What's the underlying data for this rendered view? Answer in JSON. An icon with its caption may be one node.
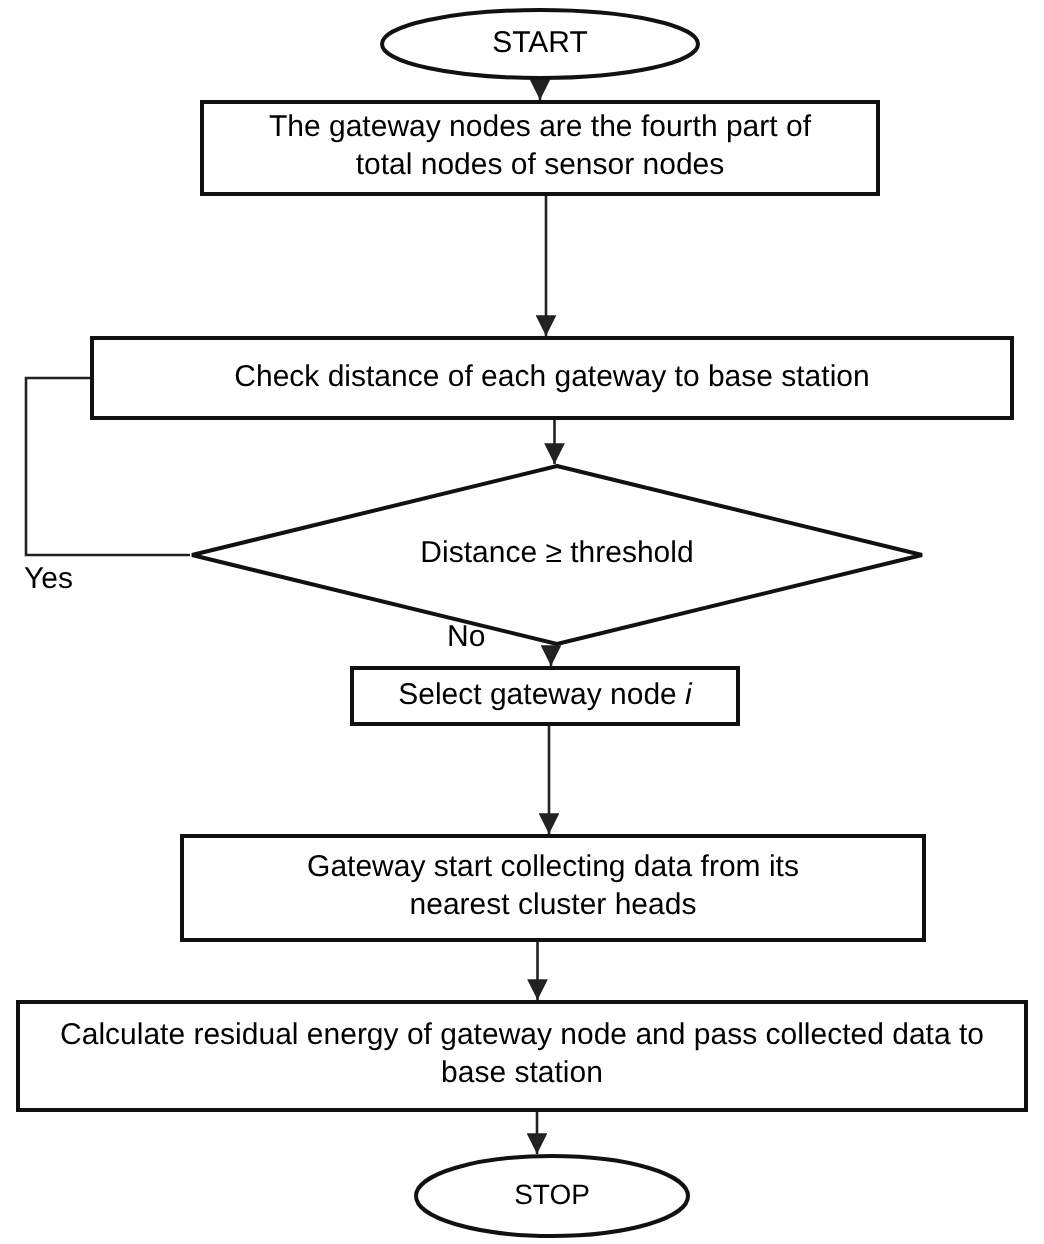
{
  "diagram": {
    "nodes": [
      {
        "text": [
          "START"
        ]
      },
      {
        "text": [
          "The gateway nodes are the fourth part of total nodes of sensor nodes"
        ]
      },
      {
        "text": [
          "Check distance of each gateway to base station"
        ]
      },
      {
        "text": [
          "Distance ≥ threshold"
        ]
      },
      {
        "text": [
          "Select gateway node *i*"
        ]
      },
      {
        "text": [
          "Gateway start collecting data from its nearest cluster heads"
        ]
      },
      {
        "text": [
          "Calculate residual energy of gateway node and pass collected data to base station"
        ]
      },
      {
        "text": [
          "STOP"
        ]
      }
    ],
    "edges": [
      {
        "from": 0,
        "to": 1,
        "arrow": "to"
      },
      {
        "from": 1,
        "to": 2,
        "arrow": "to"
      },
      {
        "from": 2,
        "to": 3,
        "arrow": "to"
      },
      {
        "from": 3,
        "to": 4,
        "label": "No",
        "arrow": "to"
      },
      {
        "from": 3,
        "to": 2,
        "label": "Yes",
        "arrow": "none"
      },
      {
        "from": 4,
        "to": 5,
        "arrow": "to"
      },
      {
        "from": 5,
        "to": 6,
        "arrow": "to"
      },
      {
        "from": 6,
        "to": 7,
        "arrow": "to"
      }
    ]
  }
}
